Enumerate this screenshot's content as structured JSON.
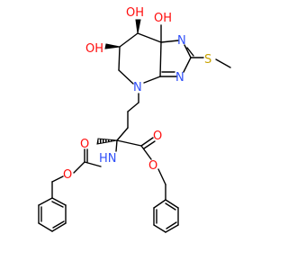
{
  "molecule": {
    "labels": {
      "oh_top": "OH",
      "oh_left": "OH",
      "oh_right": "OH",
      "n_imidazole_top": "N",
      "n_imidazole_bottom": "N",
      "n_ring": "N",
      "s_methylthio": "S",
      "o_ester_carbonyl": "O",
      "o_ester_link": "O",
      "n_carbamate": "HN",
      "o_carbamate_link": "O",
      "o_carbamate_carbonyl": "O"
    },
    "colors": {
      "bond": "#000000",
      "oxygen": "#ff0d0d",
      "nitrogen": "#3050f8",
      "sulfur": "#c8a200"
    }
  }
}
